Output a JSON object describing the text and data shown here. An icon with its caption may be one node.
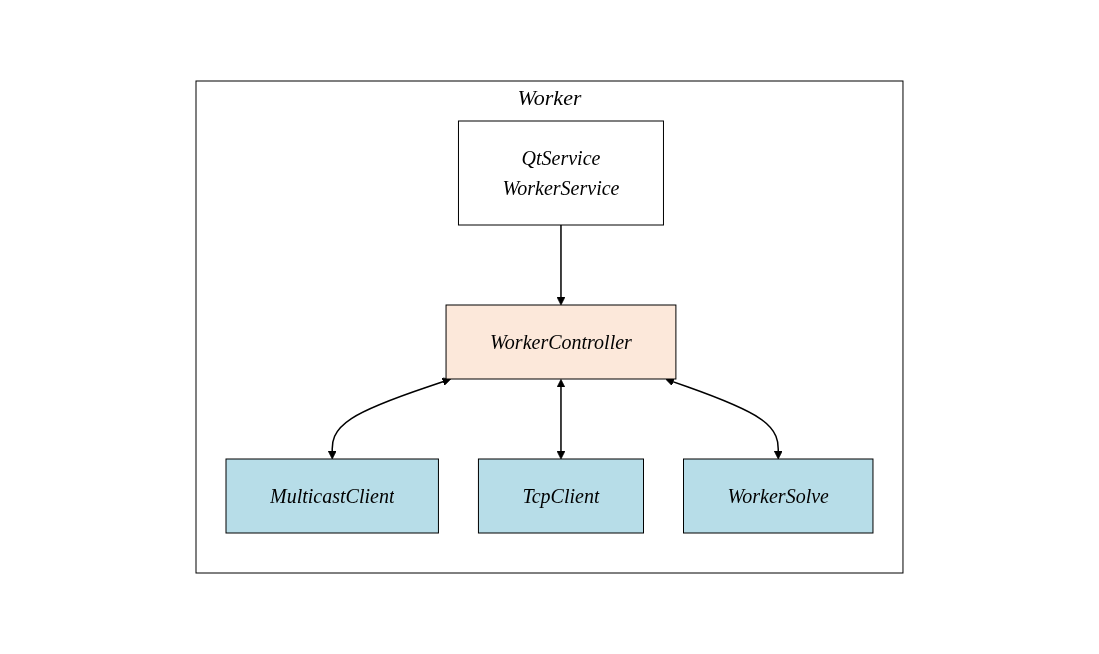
{
  "diagram": {
    "nodes": [
      {
        "text": [
          "Worker"
        ]
      },
      {
        "text": [
          "QtService",
          "WorkerService"
        ],
        "in": 0
      },
      {
        "text": [
          "WorkerController"
        ],
        "in": 0
      },
      {
        "text": [
          "MulticastClient"
        ],
        "in": 0
      },
      {
        "text": [
          "TcpClient"
        ],
        "in": 0
      },
      {
        "text": [
          "WorkerSolve"
        ],
        "in": 0
      }
    ],
    "edges": [
      {
        "from": 1,
        "to": 2,
        "arrow": "to"
      },
      {
        "from": 2,
        "to": 3,
        "arrow": "both"
      },
      {
        "from": 2,
        "to": 4,
        "arrow": "both"
      },
      {
        "from": 2,
        "to": 5,
        "arrow": "both"
      }
    ]
  }
}
